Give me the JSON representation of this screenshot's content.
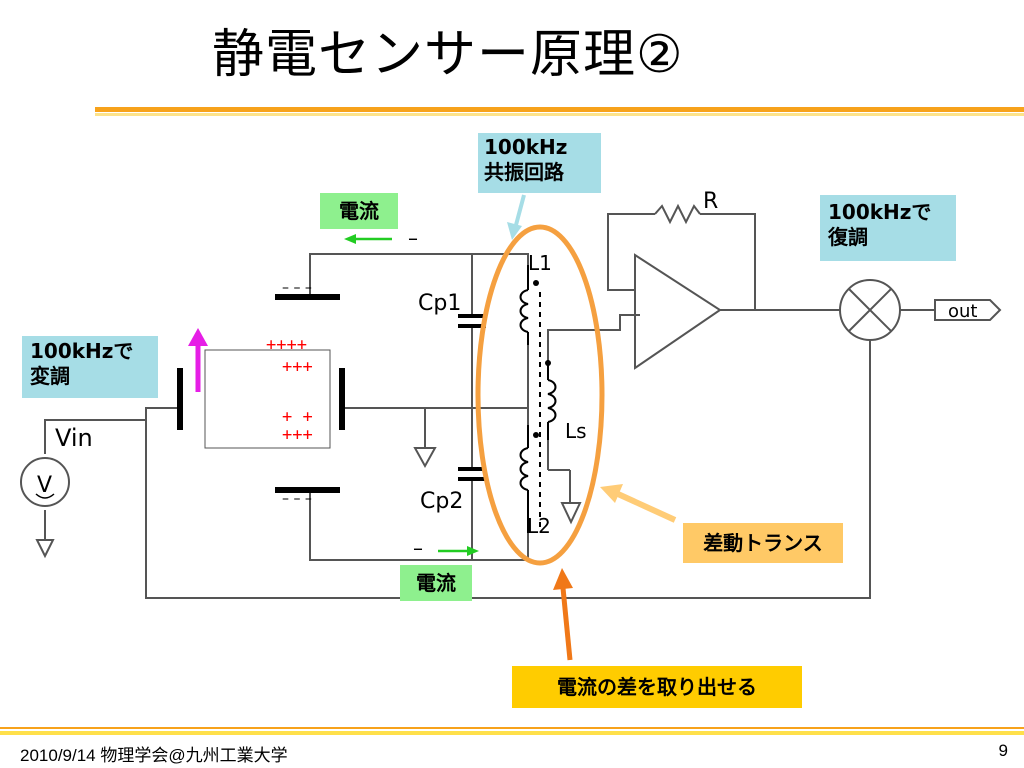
{
  "slide": {
    "title": "静電センサー原理②",
    "footer": "2010/9/14 物理学会@九州工業大学",
    "page_number": "9"
  },
  "labels": {
    "resonance_line1": "100kHz",
    "resonance_line2": "共振回路",
    "current_top": "電流",
    "current_bottom": "電流",
    "modulation_line1": "100kHzで",
    "modulation_line2": "変調",
    "demod_line1": "100kHzで",
    "demod_line2": "復調",
    "diff_transformer": "差動トランス",
    "current_difference": "電流の差を取り出せる"
  },
  "circuit": {
    "cp1": "Cp1",
    "cp2": "Cp2",
    "l1": "L1",
    "l2": "L2",
    "ls": "Ls",
    "r": "R",
    "vin": "Vin",
    "v": "V",
    "out": "out",
    "minus_top": "–",
    "minus_bottom": "–",
    "charges_top_left": "– – –",
    "charges_bottom_left": "– – –",
    "plus_row1": "++++",
    "plus_row2": "+++",
    "plus_row3": "+ +",
    "plus_row4": "+++"
  },
  "colors": {
    "accent_orange": "#f7a21b",
    "label_cyan": "#a6dde6",
    "label_green": "#8ef08e",
    "label_orange": "#ffc966",
    "label_yellow": "#ffcc00",
    "ellipse_orange": "#f5a040",
    "arrow_magenta": "#e61ee6",
    "arrow_green": "#22cc22",
    "plus_red": "#ff0000"
  }
}
